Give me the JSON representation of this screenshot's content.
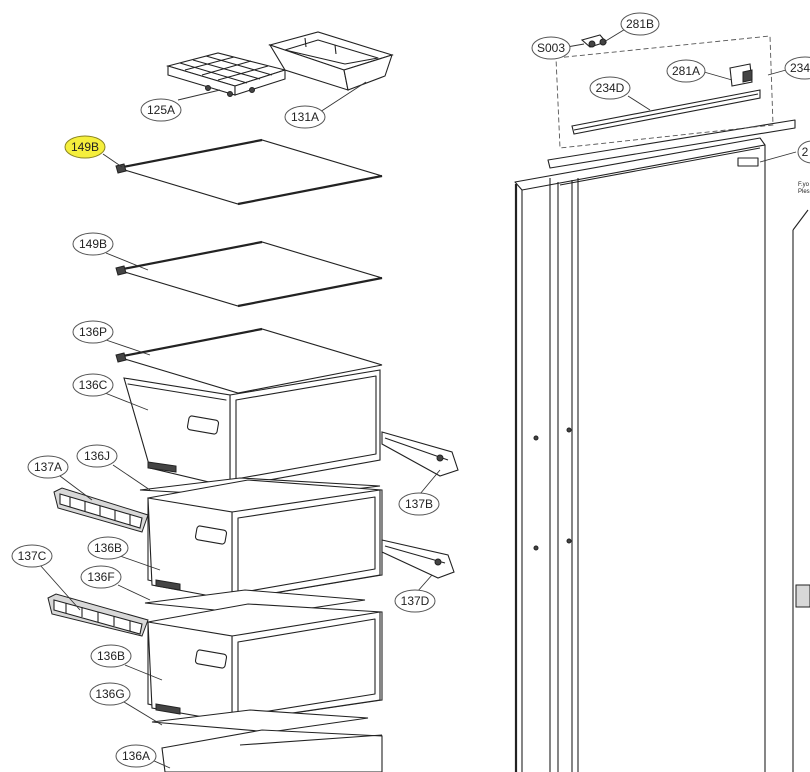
{
  "callouts": [
    {
      "id": "149B",
      "label": "149B",
      "highlight": true
    },
    {
      "id": "149B-2",
      "label": "149B"
    },
    {
      "id": "136P",
      "label": "136P"
    },
    {
      "id": "136C",
      "label": "136C"
    },
    {
      "id": "136J",
      "label": "136J"
    },
    {
      "id": "137A",
      "label": "137A"
    },
    {
      "id": "137B",
      "label": "137B"
    },
    {
      "id": "136B",
      "label": "136B"
    },
    {
      "id": "136F",
      "label": "136F"
    },
    {
      "id": "137C",
      "label": "137C"
    },
    {
      "id": "137D",
      "label": "137D"
    },
    {
      "id": "136B-2",
      "label": "136B"
    },
    {
      "id": "136G",
      "label": "136G"
    },
    {
      "id": "136A",
      "label": "136A"
    },
    {
      "id": "125A",
      "label": "125A"
    },
    {
      "id": "131A",
      "label": "131A"
    },
    {
      "id": "S003",
      "label": "S003"
    },
    {
      "id": "281B",
      "label": "281B"
    },
    {
      "id": "281A",
      "label": "281A"
    },
    {
      "id": "234D",
      "label": "234D"
    },
    {
      "id": "234-cut",
      "label": "234"
    },
    {
      "id": "2-cut",
      "label": "2"
    }
  ],
  "colors": {
    "highlight": "#f5ef3c",
    "line": "#222222"
  },
  "door_note_fragments": [
    "F.yo",
    "Ples"
  ]
}
